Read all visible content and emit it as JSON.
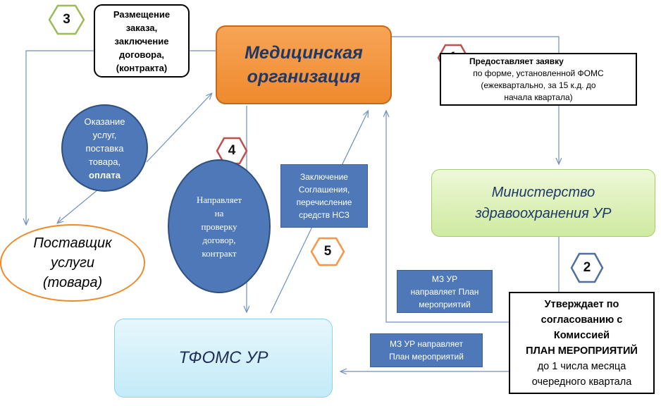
{
  "nodes": {
    "med_org": [
      "Медицинская",
      "организация"
    ],
    "ministry": [
      "Министерство",
      "здравоохранения УР"
    ],
    "tfoms": "ТФОМС УР",
    "supplier": [
      "Поставщик",
      "услуги",
      "(товара)"
    ],
    "order_box": [
      "Размещение",
      "заказа,",
      "заключение",
      "договора,",
      "(контракта)"
    ],
    "request_box": [
      "Предоставляет заявку",
      "по форме, установленной ФОМС",
      "(ежеквартально, за 15 к.д.  до",
      "начала квартала)"
    ],
    "approve_box": {
      "bold": [
        "Утверждает по",
        "согласованию с",
        "Комиссией",
        "ПЛАН МЕРОПРИЯТИЙ"
      ],
      "normal": [
        "до 1 числа месяца",
        "очередного квартала"
      ]
    },
    "services_ellipse": {
      "lines": [
        "Оказание",
        "услуг,",
        "поставка",
        "товара,"
      ],
      "bold": "оплата"
    },
    "check_ellipse": [
      "Направляет",
      "на",
      "проверку",
      "договор,",
      "контракт"
    ],
    "agreement_rect": [
      "Заключение",
      "Соглашения,",
      "перечисление",
      "средств НСЗ"
    ],
    "mz_plan_1": [
      "МЗ УР",
      "направляет План",
      "мероприятий"
    ],
    "mz_plan_2": [
      "МЗ УР направляет",
      "План мероприятий"
    ]
  },
  "steps": {
    "s1": "1",
    "s2": "2",
    "s3": "3",
    "s4": "4",
    "s5": "5"
  },
  "colors": {
    "arrow": "#6f8fbf",
    "med_org_fill": "#f79646",
    "ministry_fill": "#d7eeb0",
    "tfoms_fill": "#d4f0fa",
    "ellipse_fill": "#4e78b8",
    "step1": "#c0504d",
    "step2": "#4f6f9f",
    "step3": "#9bbb59",
    "step4": "#c0504d",
    "step5": "#f79646"
  }
}
